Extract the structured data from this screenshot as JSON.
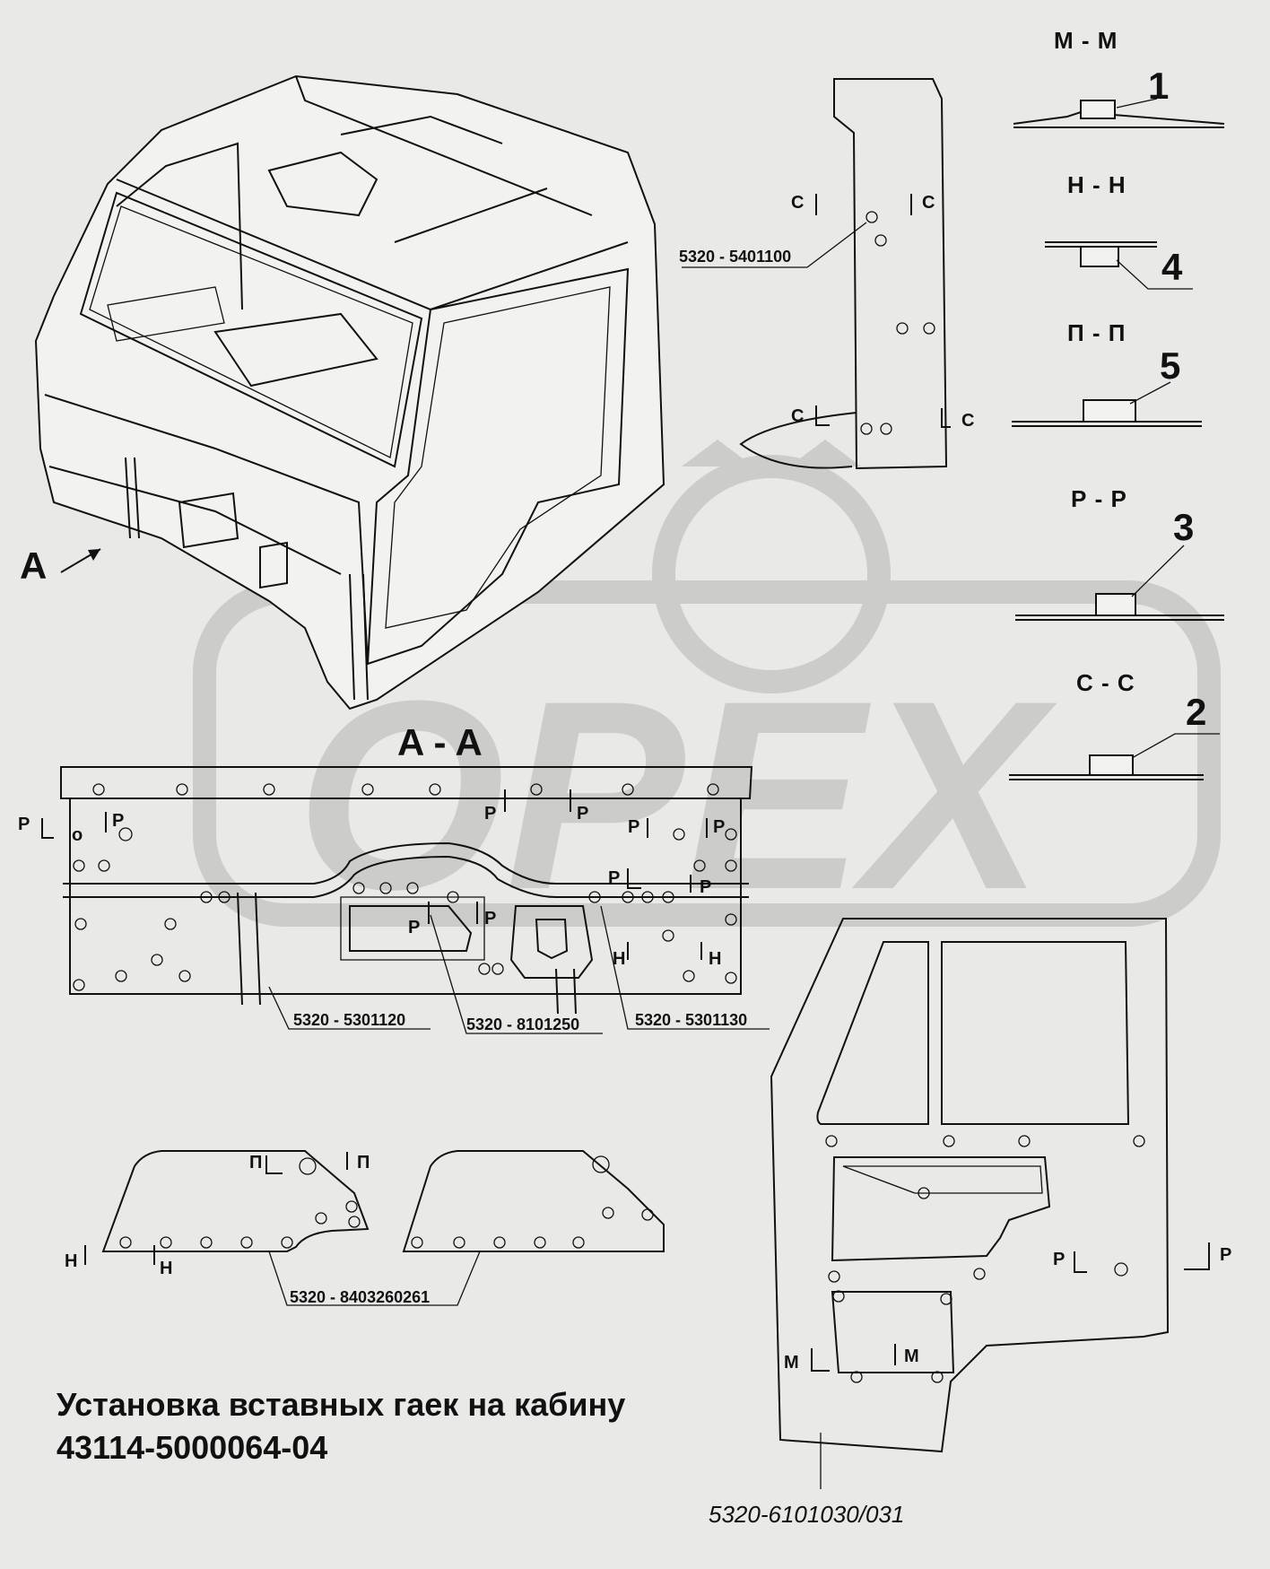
{
  "title": {
    "line1": "Установка вставных гаек на кабину",
    "line2": "43114-5000064-04"
  },
  "watermark": {
    "text": "OPEX",
    "color": "#c9c9c7"
  },
  "views": {
    "view_arrow": "A",
    "section_view": "A - A"
  },
  "sections": [
    {
      "label": "М - М",
      "callout": "1"
    },
    {
      "label": "Н - Н",
      "callout": "4"
    },
    {
      "label": "П - П",
      "callout": "5"
    },
    {
      "label": "Р - Р",
      "callout": "3"
    },
    {
      "label": "С - С",
      "callout": "2"
    }
  ],
  "part_numbers": {
    "pillar": "5320 - 5401100",
    "panel_left": "5320 - 5301120",
    "panel_center": "5320 - 8101250",
    "panel_right": "5320 - 5301130",
    "brackets": "5320 - 8403260261",
    "door": "5320-6101030/031"
  },
  "marks": {
    "c": "С",
    "p": "Р",
    "n": "Н",
    "pi": "П",
    "m": "М",
    "o": "о"
  }
}
